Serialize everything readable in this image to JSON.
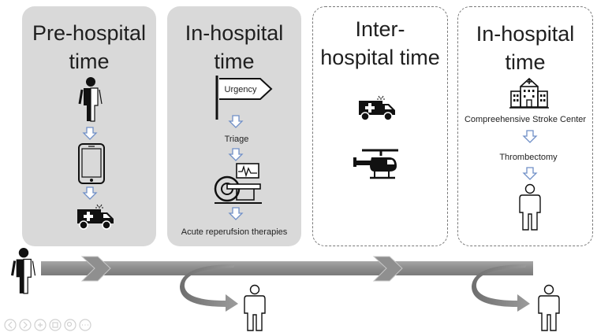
{
  "panels": [
    {
      "title_line1": "Pre-hospital",
      "title_line2": "time",
      "style": "solid"
    },
    {
      "title_line1": "In-hospital",
      "title_line2": "time",
      "style": "solid"
    },
    {
      "title_line1": "Inter-",
      "title_line2": "hospital time",
      "style": "dashed"
    },
    {
      "title_line1": "In-hospital",
      "title_line2": "time",
      "style": "dashed"
    }
  ],
  "labels": {
    "urgency": "Urgency",
    "triage": "Triage",
    "acute": "Acute reperufsion therapies",
    "csc": "Compreehensive Stroke Center",
    "thrombectomy": "Thrombectomy"
  },
  "icons": [
    "patient-icon",
    "smartphone-icon",
    "ambulance-icon",
    "signpost-icon",
    "ct-scanner-icon",
    "helicopter-icon",
    "hospital-icon",
    "person-icon",
    "down-arrow-icon",
    "return-arrow-icon"
  ],
  "colors": {
    "panel_gray": "#d9d9d9",
    "timeline": "#8c8c8c",
    "arrow_outline": "#6f8fc7"
  }
}
